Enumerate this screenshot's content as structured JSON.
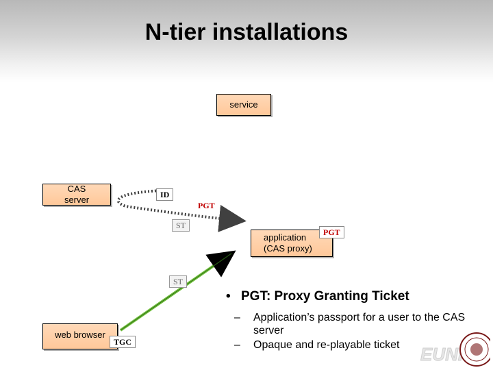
{
  "slide": {
    "title": "N-tier installations"
  },
  "nodes": {
    "service": "service",
    "cas_line1": "CAS",
    "cas_line2": "server",
    "app_line1": "application",
    "app_line2": "(CAS proxy)",
    "browser": "web browser"
  },
  "tickets": {
    "id": "ID",
    "pgt_arrow": "PGT",
    "st_upper": "ST",
    "pgt_app": "PGT",
    "st_lower": "ST",
    "tgc": "TGC"
  },
  "bullets": {
    "main": "PGT: Proxy Granting Ticket",
    "main_marker": "•",
    "subs": [
      "Application’s passport for a user to the CAS server",
      "Opaque and re-playable ticket"
    ],
    "sub_marker": "–"
  },
  "logo": {
    "text": "EUNIS"
  },
  "colors": {
    "box_fill": "#ffc89a",
    "ticket_red": "#c00000",
    "arrow_green": "#6fbf3a",
    "arrow_dots": "#404040"
  }
}
